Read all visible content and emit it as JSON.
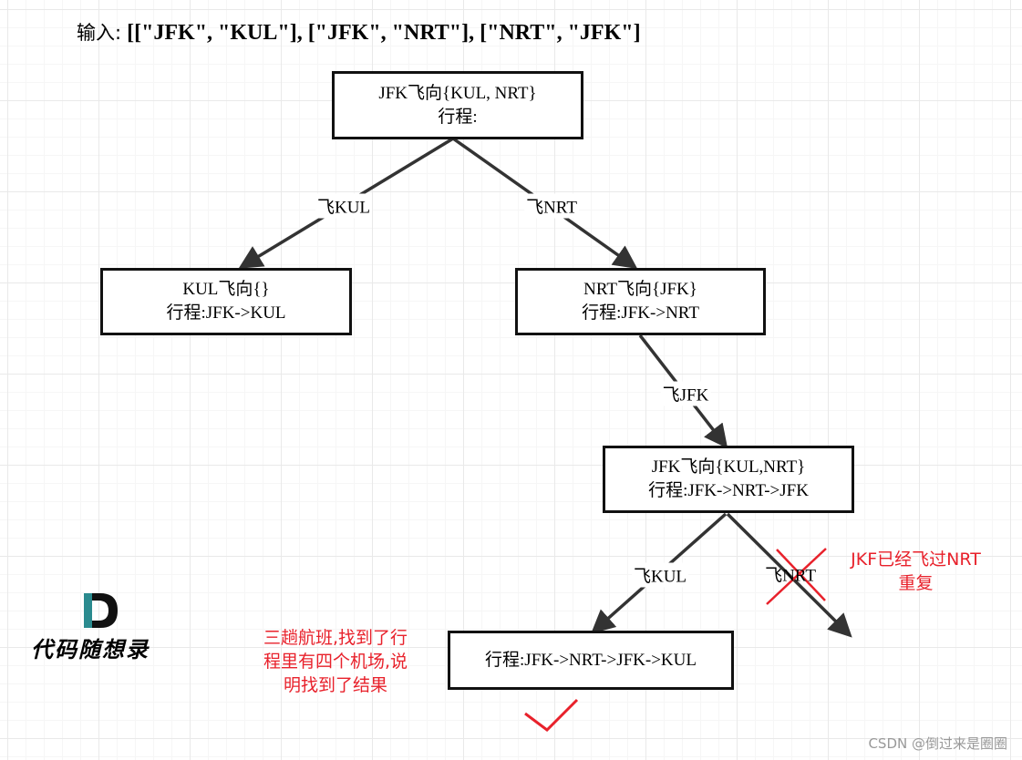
{
  "input": {
    "label": "输入:",
    "value": "[[\"JFK\", \"KUL\"], [\"JFK\", \"NRT\"], [\"NRT\", \"JFK\"]"
  },
  "nodes": [
    {
      "line1": "JFK飞向{KUL, NRT}",
      "line2": "行程:"
    },
    {
      "line1": "KUL飞向{}",
      "line2": "行程:JFK->KUL"
    },
    {
      "line1": "NRT飞向{JFK}",
      "line2": "行程:JFK->NRT"
    },
    {
      "line1": "JFK飞向{KUL,NRT}",
      "line2": "行程:JFK->NRT->JFK"
    },
    {
      "line1": "行程:JFK->NRT->JFK->KUL",
      "line2": ""
    }
  ],
  "edges": [
    {
      "label": "飞KUL"
    },
    {
      "label": "飞NRT"
    },
    {
      "label": "飞JFK"
    },
    {
      "label": "飞KUL"
    },
    {
      "label": "飞NRT"
    }
  ],
  "notes": {
    "duplicate": [
      "JKF已经飞过NRT",
      "重复"
    ],
    "result": [
      "三趟航班,找到了行",
      "程里有四个机场,说",
      "明找到了结果"
    ]
  },
  "logo": {
    "text": "代码随想录"
  },
  "watermark": "CSDN @倒过来是圈圈",
  "colors": {
    "note": "#e8212b",
    "line": "#333333",
    "border": "#111111"
  }
}
